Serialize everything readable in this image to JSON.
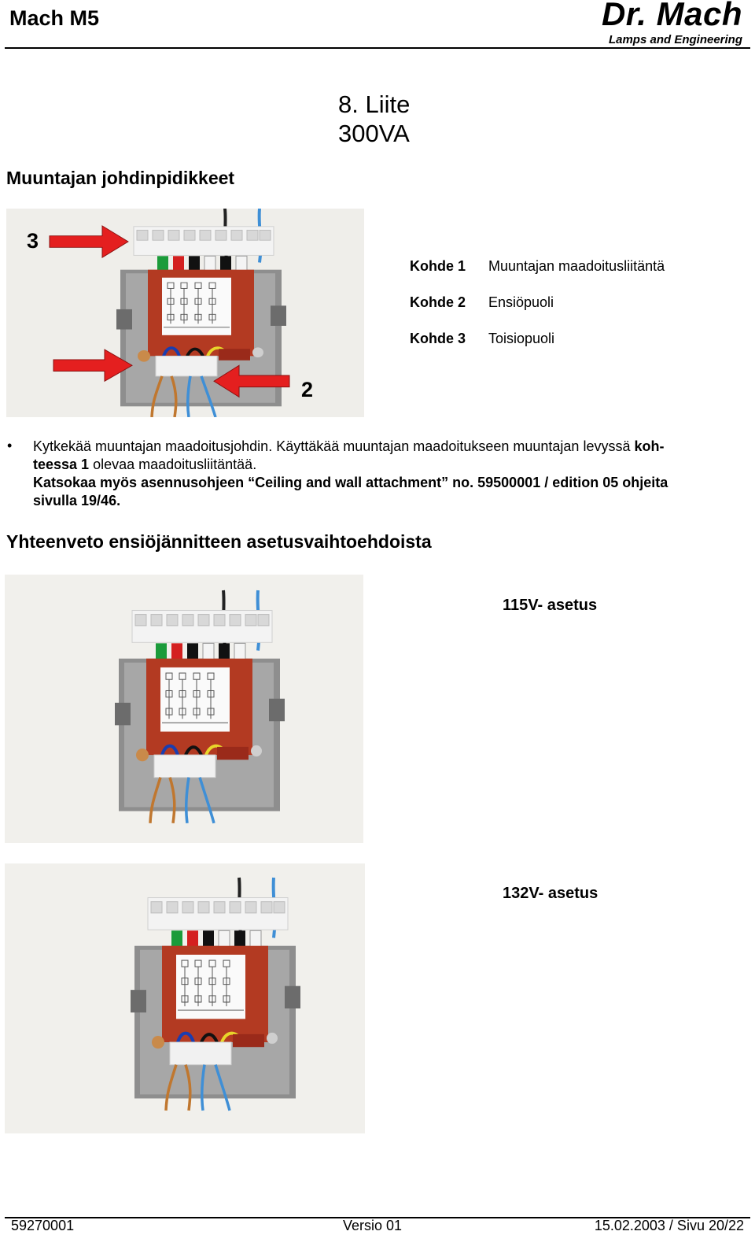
{
  "header": {
    "product": "Mach M5",
    "brand": "Dr. Mach",
    "tagline": "Lamps and Engineering"
  },
  "section": {
    "title_line1": "8. Liite",
    "title_line2": "300VA"
  },
  "subheading": "Muuntajan johdinpidikkeet",
  "callouts": {
    "top": "3",
    "bottom": "2"
  },
  "legend": [
    {
      "key": "Kohde 1",
      "value": "Muuntajan maadoitusliitäntä"
    },
    {
      "key": "Kohde 2",
      "value": "Ensiöpuoli"
    },
    {
      "key": "Kohde 3",
      "value": "Toisiopuoli"
    }
  ],
  "bullet": {
    "line1_pre": "Kytkekää muuntajan maadoitusjohdin. Käyttäkää muuntajan maadoitukseen muuntajan levyssä ",
    "line1_bold": "koh-",
    "line2_bold": "teessa 1",
    "line2_rest": " olevaa maadoitusliitäntää.",
    "note": "Katsokaa myös asennusohjeen “Ceiling and wall attachment” no. 59500001 / edition 05 ohjeita",
    "note_cont": "sivulla 19/46."
  },
  "summary_heading": "Yhteenveto ensiöjännitteen asetusvaihtoehdoista",
  "settings": [
    {
      "label": "115V- asetus"
    },
    {
      "label": "132V- asetus"
    }
  ],
  "footer": {
    "doc_no": "59270001",
    "version": "Versio 01",
    "date_page": "15.02.2003 / Sivu 20/22"
  },
  "colors": {
    "arrow": "#e41f1f",
    "transformer_core": "#b33a22",
    "wire_brown": "#c0772f",
    "wire_blue": "#3f8fd6"
  }
}
